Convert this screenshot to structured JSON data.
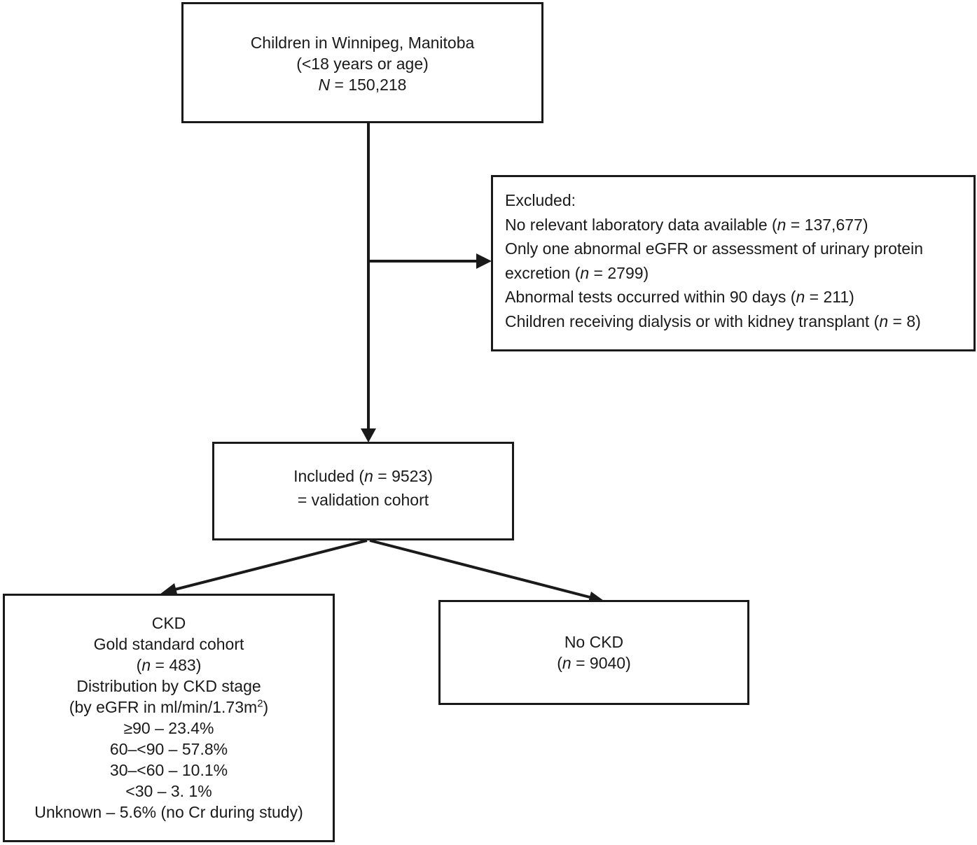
{
  "top_box": {
    "line1": "Children in Winnipeg, Manitoba",
    "line2": "(<18 years or age)",
    "n_label": "N",
    "n_value": " = 150,218"
  },
  "excluded_box": {
    "title": "Excluded:",
    "items": [
      {
        "pre": "No relevant laboratory data available (",
        "var": "n",
        "post": " = 137,677)"
      },
      {
        "pre": "Only one abnormal eGFR or assessment of urinary protein",
        "var": "",
        "post": ""
      },
      {
        "pre": "excretion (",
        "var": "n",
        "post": " = 2799)"
      },
      {
        "pre": "Abnormal tests occurred within 90 days (",
        "var": "n",
        "post": " = 211)"
      },
      {
        "pre": "Children receiving dialysis or with kidney transplant (",
        "var": "n",
        "post": " = 8)"
      }
    ]
  },
  "included_box": {
    "pre": "Included (",
    "var": "n",
    "post": " = 9523)",
    "line2": "= validation cohort"
  },
  "ckd_box": {
    "line1": "CKD",
    "line2": "Gold standard cohort",
    "n_pre": "(",
    "n_var": "n",
    "n_post": " = 483)",
    "line4": "Distribution by CKD stage",
    "line5_pre": "(by eGFR in ml/min/1.73m",
    "line5_sup": "2",
    "line5_post": ")",
    "stages": [
      "≥90 – 23.4%",
      "60–<90 – 57.8%",
      "30–<60 – 10.1%",
      "<30 – 3. 1%",
      "Unknown – 5.6% (no Cr during study)"
    ]
  },
  "no_ckd_box": {
    "line1": "No CKD",
    "n_pre": "(",
    "n_var": "n",
    "n_post": " = 9040)"
  }
}
